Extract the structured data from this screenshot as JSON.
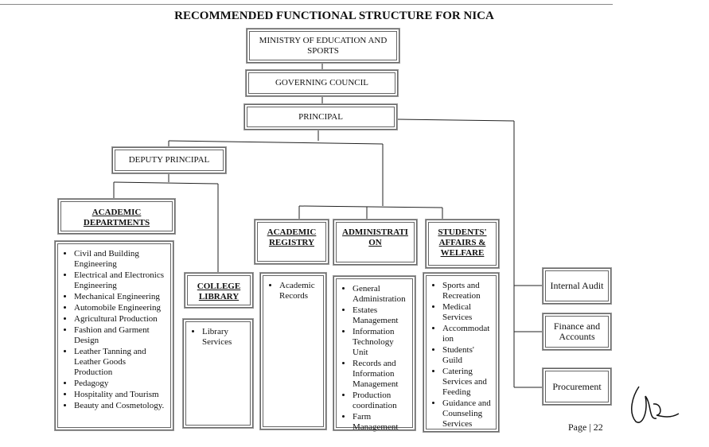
{
  "title": "RECOMMENDED FUNCTIONAL STRUCTURE FOR NICA",
  "nodes": {
    "ministry": "MINISTRY OF EDUCATION AND SPORTS",
    "council": "GOVERNING COUNCIL",
    "principal": "PRINCIPAL",
    "deputy": "DEPUTY PRINCIPAL",
    "academic_departments": "ACADEMIC DEPARTMENTS",
    "college_library": "COLLEGE LIBRARY",
    "academic_registry": "ACADEMIC REGISTRY",
    "administration": "ADMINISTRATI ON",
    "students": "STUDENTS' AFFAIRS & WELFARE",
    "internal_audit": "Internal Audit",
    "finance": "Finance and Accounts",
    "procurement": "Procurement"
  },
  "lists": {
    "academic_departments": [
      "Civil and Building Engineering",
      "Electrical and Electronics Engineering",
      "Mechanical Engineering",
      "Automobile Engineering",
      "Agricultural Production",
      "Fashion and Garment Design",
      "Leather Tanning and Leather Goods Production",
      "Pedagogy",
      "Hospitality and Tourism",
      "Beauty and Cosmetology."
    ],
    "library": [
      "Library Services"
    ],
    "registry": [
      "Academic Records"
    ],
    "administration": [
      "General Administration",
      "Estates Management",
      "Information Technology Unit",
      "Records and Information Management",
      "Production coordination",
      "Farm Management"
    ],
    "students": [
      "Sports and Recreation",
      "Medical Services",
      "Accommodat ion",
      "Students' Guild",
      "Catering Services and Feeding",
      "Guidance and Counseling Services"
    ]
  },
  "footer": {
    "page": "Page | 22"
  }
}
